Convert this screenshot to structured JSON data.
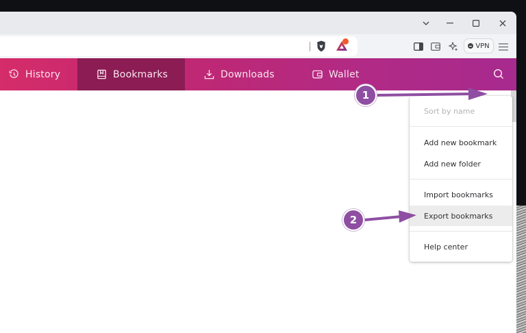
{
  "window_controls": {
    "tab_search": "⌄",
    "minimize": "—",
    "maximize": "☐",
    "close": "✕"
  },
  "toolbar": {
    "vpn_label": "VPN",
    "rewards_badge_color": "#f25a2c"
  },
  "nav": {
    "items": [
      {
        "label": "History",
        "icon": "history-icon"
      },
      {
        "label": "Bookmarks",
        "icon": "bookmark-icon",
        "active": true
      },
      {
        "label": "Downloads",
        "icon": "download-icon"
      },
      {
        "label": "Wallet",
        "icon": "wallet-icon"
      }
    ],
    "search_icon": "search-icon",
    "gradient_start": "#d52c6a",
    "gradient_end": "#a72a8e",
    "active_bg": "#8b1c54"
  },
  "menu": {
    "items": [
      {
        "label": "Sort by name",
        "disabled": true
      },
      {
        "label": "Add new bookmark"
      },
      {
        "label": "Add new folder"
      },
      {
        "label": "Import bookmarks"
      },
      {
        "label": "Export bookmarks",
        "highlighted": true
      },
      {
        "label": "Help center"
      }
    ]
  },
  "annotations": {
    "callout_1": "1",
    "callout_2": "2",
    "color": "#8e4ea2"
  }
}
